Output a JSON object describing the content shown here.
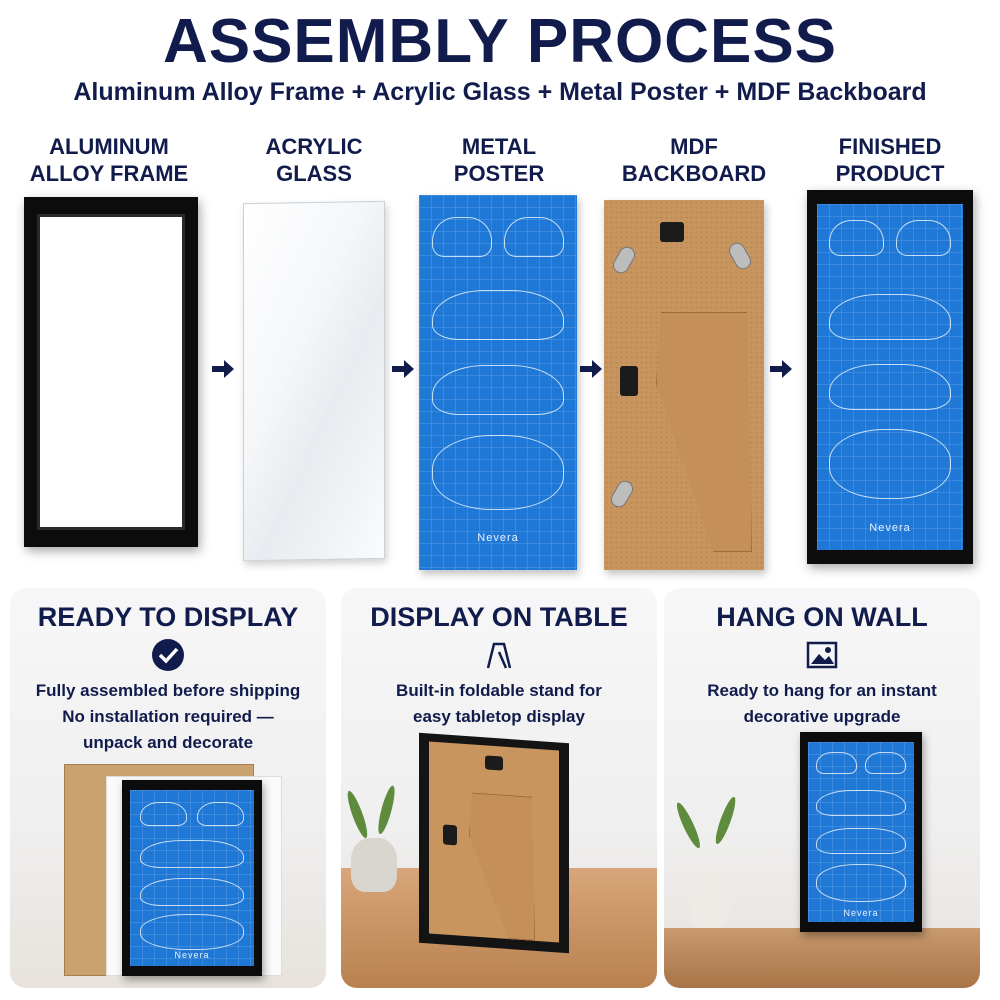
{
  "header": {
    "title": "ASSEMBLY PROCESS",
    "subtitle": "Aluminum Alloy Frame + Acrylic Glass + Metal Poster + MDF Backboard"
  },
  "steps": [
    {
      "line1": "ALUMINUM",
      "line2": "ALLOY FRAME"
    },
    {
      "line1": "ACRYLIC",
      "line2": "GLASS"
    },
    {
      "line1": "METAL",
      "line2": "POSTER"
    },
    {
      "line1": "MDF",
      "line2": "BACKBOARD"
    },
    {
      "line1": "FINISHED",
      "line2": "PRODUCT"
    }
  ],
  "poster_brand": "Nevera",
  "cards": [
    {
      "title": "READY TO DISPLAY",
      "icon": "check-circle-icon",
      "lines": [
        "Fully assembled before shipping",
        "No installation required —",
        "unpack and decorate"
      ]
    },
    {
      "title": "DISPLAY ON TABLE",
      "icon": "easel-stand-icon",
      "lines": [
        "Built-in foldable stand for",
        "easy tabletop display"
      ]
    },
    {
      "title": "HANG ON WALL",
      "icon": "picture-icon",
      "lines": [
        "Ready to hang for an instant",
        "decorative upgrade"
      ]
    }
  ],
  "colors": {
    "navy": "#121c4c",
    "poster_blue": "#1f78d6",
    "mdf": "#c8955f",
    "frame": "#0c0c0c"
  }
}
